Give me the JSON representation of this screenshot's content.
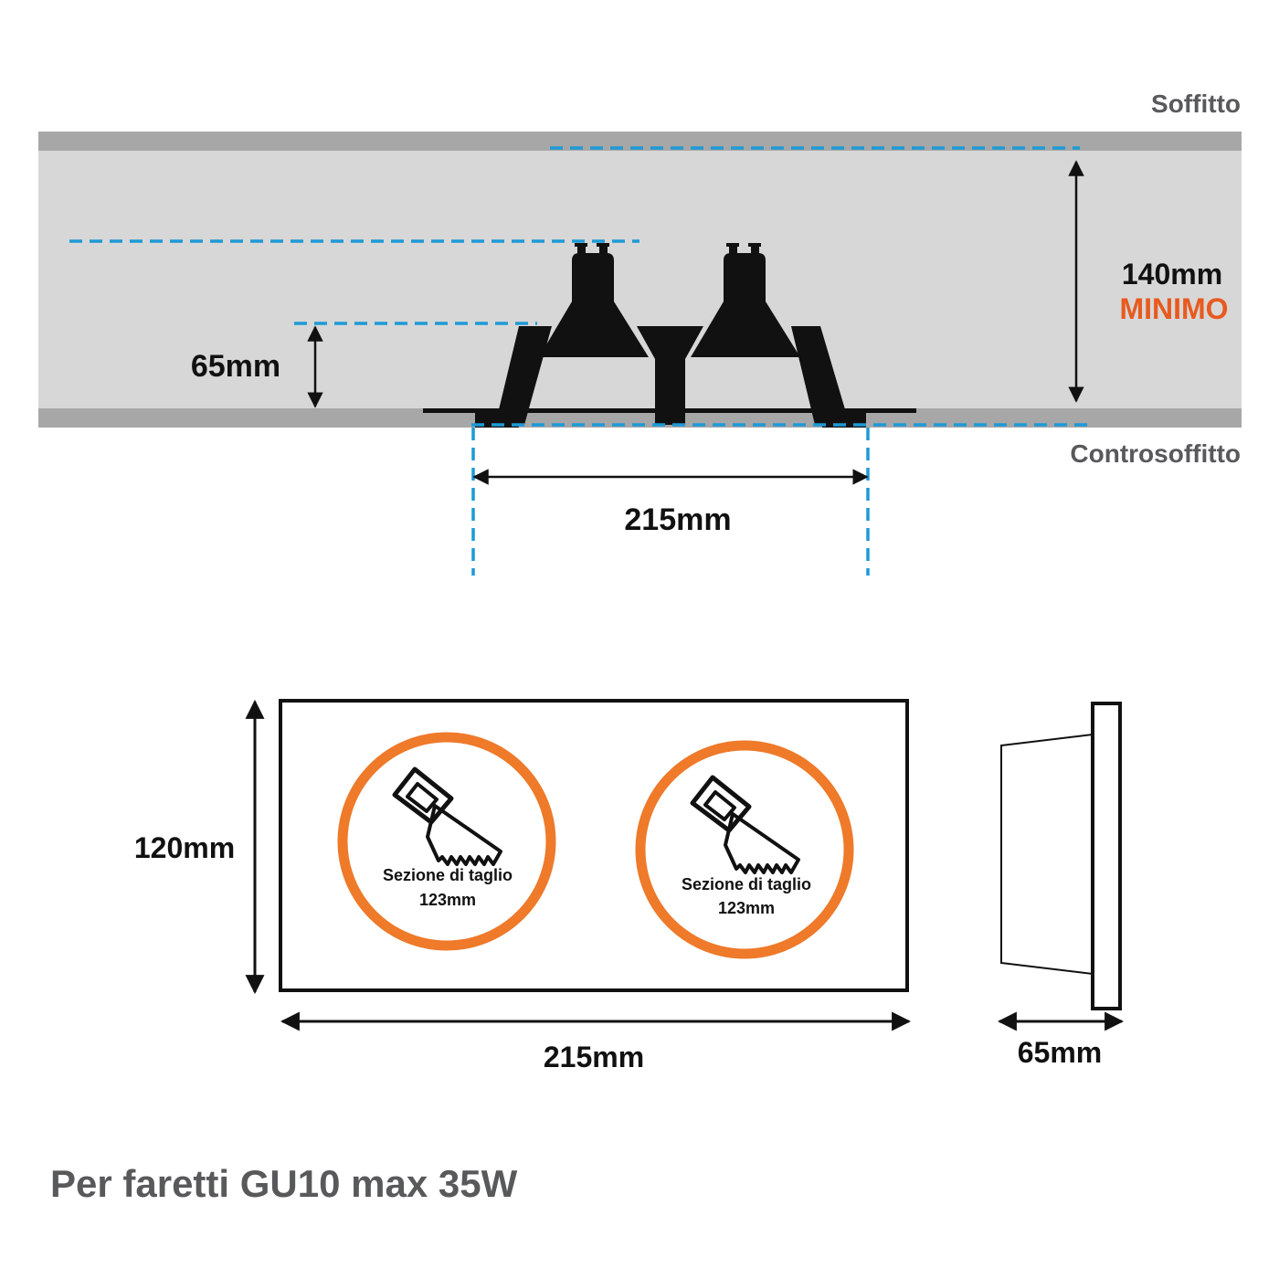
{
  "labels": {
    "ceiling": "Soffitto",
    "false_ceiling": "Controsoffitto",
    "min_depth_value": "140mm",
    "min_depth_note": "MINIMO",
    "frame_height_side": "65mm",
    "section_width": "215mm",
    "front_height": "120mm",
    "front_width": "215mm",
    "side_depth": "65mm",
    "cut_label_line1": "Sezione di taglio",
    "cut_label_line2": "123mm"
  },
  "footer": "Per faretti GU10 max 35W",
  "icons": [
    "saw-icon",
    "saw-icon"
  ],
  "colors": {
    "ceiling_band": "#a7a7a7",
    "cavity": "#d7d7d7",
    "guide_dash": "#1e9ad6",
    "accent_orange": "#ee7a2a",
    "minimo_text": "#e85a1f",
    "label_gray": "#58595b"
  }
}
